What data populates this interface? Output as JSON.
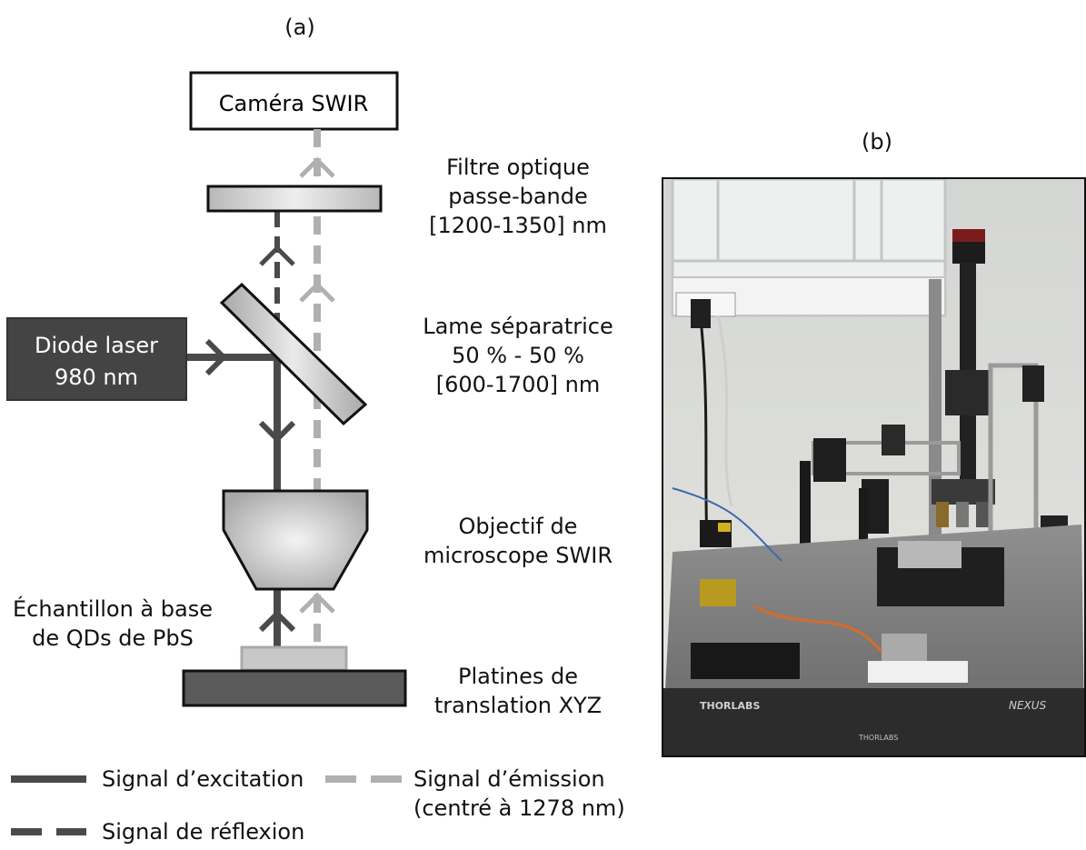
{
  "panels": {
    "a": {
      "label": "(a)"
    },
    "b": {
      "label": "(b)"
    }
  },
  "components": {
    "camera": "Caméra SWIR",
    "filter": [
      "Filtre optique",
      "passe-bande",
      "[1200-1350] nm"
    ],
    "laser": [
      "Diode laser",
      "980 nm"
    ],
    "splitter": [
      "Lame séparatrice",
      "50 % - 50 %",
      "[600-1700] nm"
    ],
    "objective": [
      "Objectif de",
      "microscope SWIR"
    ],
    "sample": [
      "Échantillon à base",
      "de QDs de PbS"
    ],
    "stage": [
      "Platines de",
      "translation XYZ"
    ]
  },
  "legend": {
    "excitation": "Signal d’excitation",
    "emission": [
      "Signal d’émission",
      "(centré à 1278 nm)"
    ],
    "reflection": "Signal de réflexion"
  },
  "photo_texts": {
    "thorlabs_table": "THORLABS",
    "nexus": "NEXUS",
    "thorlabs_small": "THORLABS"
  },
  "colors": {
    "excitation": "#4a4a4a",
    "emission": "#b0b0b0",
    "reflection": "#4a4a4a",
    "stage": "#5a5a5a",
    "sample": "#c8c8c8"
  }
}
